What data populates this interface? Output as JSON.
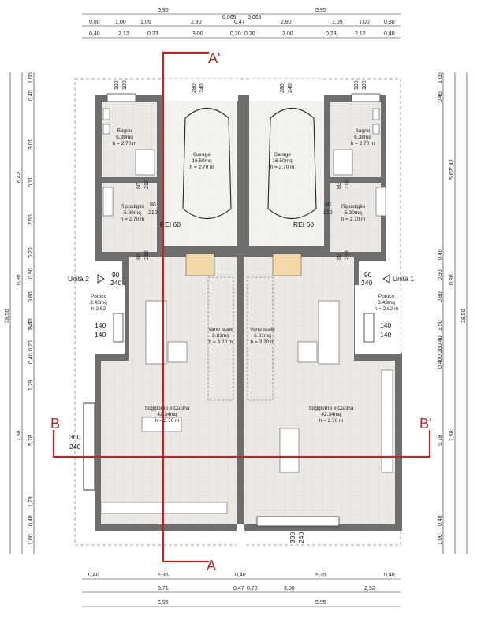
{
  "dimensions": {
    "top": {
      "total": [
        "5,95",
        "5,95"
      ],
      "mid": [
        "0,065",
        "0,47",
        "0,065"
      ],
      "row2": [
        "0,80",
        "1,00",
        "1,05",
        "2,80",
        "2,80",
        "1,05",
        "1,00",
        "0,80"
      ],
      "row3": [
        "0,40",
        "2,12",
        "0,23",
        "3,00",
        "0,20",
        "0,20",
        "3,00",
        "0,23",
        "2,12",
        "0,40"
      ]
    },
    "bottom": {
      "row1": [
        "0,40",
        "5,35",
        "0,40",
        "5,35",
        "0,40"
      ],
      "row2": [
        "5,71",
        "0,47",
        "0,70",
        "3,00",
        "2,32"
      ],
      "row3": [
        "5,95",
        "5,95"
      ]
    },
    "left": {
      "total": "18,50",
      "mid": [
        "6,42",
        "0,90",
        "7,58"
      ],
      "inner": [
        "1,00",
        "0,40",
        "3,01",
        "0,11",
        "2,50",
        "0,20",
        "0,90",
        "0,80",
        "3,50",
        "1,40",
        "0,20",
        "0,40",
        "1,79",
        "5,78",
        "1,79",
        "0,40",
        "1,00"
      ]
    },
    "right": {
      "total": "18,50",
      "mid": [
        "5,62",
        "0,90",
        "7,42",
        "7,58"
      ],
      "inner": [
        "1,00",
        "0,40",
        "0,40",
        "0,90",
        "0,80",
        "3,50",
        "0,40",
        "0,20",
        "0,40",
        "5,78",
        "0,40",
        "1,00"
      ]
    }
  },
  "rooms": {
    "bagno_l": {
      "name": "Bagno",
      "area": "6.38mq",
      "h": "h = 2.70 m"
    },
    "bagno_r": {
      "name": "Bagno",
      "area": "6.38mq",
      "h": "h = 2.70 m"
    },
    "garage_l": {
      "name": "Garage",
      "area": "16.50mq",
      "h": "h = 2.70 m"
    },
    "garage_r": {
      "name": "Garage",
      "area": "16.50mq",
      "h": "h = 2.70 m"
    },
    "rip_l": {
      "name": "Ripostiglio",
      "area": "5.30mq",
      "h": "h = 2.70 m"
    },
    "rip_r": {
      "name": "Ripostiglio",
      "area": "5.30mq",
      "h": "h = 2.70 m"
    },
    "portico_l": {
      "name": "Portico",
      "area": "3.43mq",
      "h": "h 2.62"
    },
    "portico_r": {
      "name": "Portico",
      "area": "3.43mq",
      "h": "h = 2.62 m"
    },
    "scale_l": {
      "name": "Vano scale",
      "area": "6.81mq",
      "h": "h = 3.20 m"
    },
    "scale_r": {
      "name": "Vano scale",
      "area": "6.81mq",
      "h": "h = 3.20 m"
    },
    "sogg_l": {
      "name": "Soggiorno e Cucina",
      "area": "42.34mq",
      "h": "h = 2.70 m"
    },
    "sogg_r": {
      "name": "Soggiorno e Cucina",
      "area": "42.34mq",
      "h": "h = 2.70 m"
    }
  },
  "openings": {
    "garage_l_w": "280",
    "garage_l_h": "240",
    "garage_r_w": "280",
    "garage_r_h": "240",
    "bagno_l_w": "100",
    "bagno_l_h": "100",
    "bagno_r_w": "100",
    "bagno_r_h": "100",
    "d80a": "80",
    "d210a": "210",
    "d80b": "80",
    "d210b": "210",
    "d80c": "80",
    "d210c": "210",
    "d80d": "80",
    "d210d": "210",
    "d80e": "80",
    "d210e": "210",
    "d80f": "80",
    "d210f": "210",
    "ent_l_w": "90",
    "ent_l_h": "240",
    "ent_r_w": "90",
    "ent_r_h": "240",
    "win_l_w": "140",
    "win_l_h": "140",
    "win_r_w": "140",
    "win_r_h": "140",
    "big_l_w": "300",
    "big_l_h": "240",
    "big_b_w": "300",
    "big_b_h": "240"
  },
  "labels": {
    "rei_l": "REI 60",
    "rei_r": "REI 60",
    "unit_l": "Unità 2",
    "unit_r": "Unità 1",
    "sec_a_top": "A'",
    "sec_a_bot": "A",
    "sec_b_l": "B",
    "sec_b_r": "B'"
  },
  "colors": {
    "section_line": "#cc1f1f",
    "wall": "#6e6e6e",
    "floor_tile": "#ece9e4"
  }
}
